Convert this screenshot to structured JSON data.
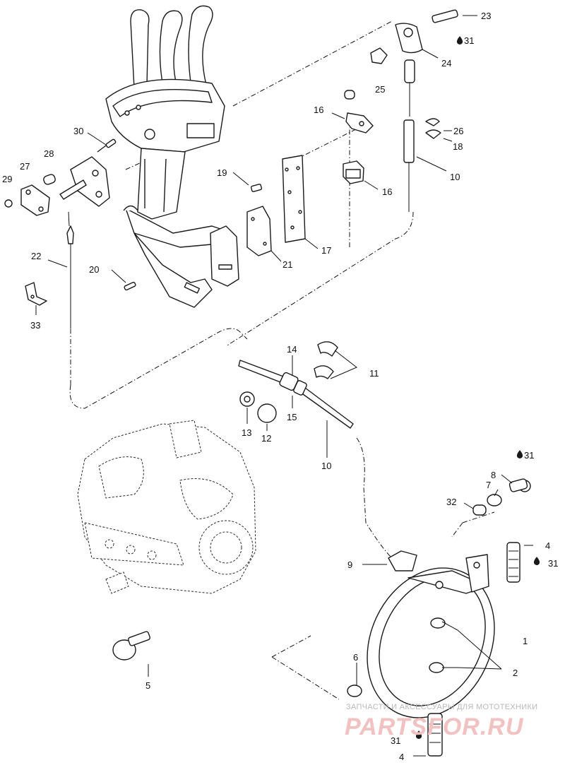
{
  "callouts": {
    "c1": "1",
    "c2": "2",
    "c4a": "4",
    "c4b": "4",
    "c5": "5",
    "c6": "6",
    "c7": "7",
    "c8": "8",
    "c9": "9",
    "c10a": "10",
    "c10b": "10",
    "c11": "11",
    "c12": "12",
    "c13": "13",
    "c14": "14",
    "c15": "15",
    "c16a": "16",
    "c16b": "16",
    "c17": "17",
    "c18": "18",
    "c19": "19",
    "c20": "20",
    "c21": "21",
    "c22": "22",
    "c23": "23",
    "c24": "24",
    "c25": "25",
    "c26": "26",
    "c27": "27",
    "c28": "28",
    "c29": "29",
    "c30": "30",
    "c31a": "31",
    "c31b": "31",
    "c31c": "31",
    "c31d": "31",
    "c32": "32",
    "c33": "33"
  },
  "watermark": {
    "line1": "ЗАПЧАСТИ И АКСЕССУАРЫ ДЛЯ МОТОТЕХНИКИ",
    "line2": "PARTSFOR.RU"
  }
}
